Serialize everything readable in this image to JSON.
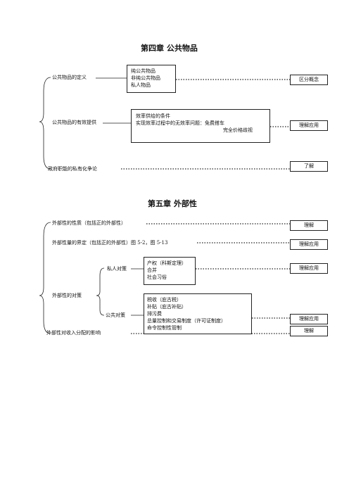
{
  "chapter4": {
    "title": "第四章  公共物品",
    "branches": [
      {
        "label": "公共物品的定义",
        "items": [
          "纯公共物品",
          "非纯公共物品",
          "私人物品"
        ],
        "tag": "区分概念"
      },
      {
        "label": "公共物品的有效提供",
        "items": [
          "效率供给的条件",
          "实现效率过程中的无效率问题：免费搭车",
          "完全价格歧视"
        ],
        "tag": "理解应用"
      },
      {
        "label": "政府职能的私有化争论",
        "tag": "了解"
      }
    ]
  },
  "chapter5": {
    "title": "第五章  外部性",
    "branches": [
      {
        "label": "外部性的性质（包括正的外部性）",
        "tag": "理解"
      },
      {
        "label": "外部性量的界定（包括正的外部性）图 5-2，图 5-13",
        "tag": "理解应用"
      },
      {
        "label": "外部性的对策",
        "private": {
          "label": "私人对策",
          "items": [
            "产权（科斯定理）",
            "合并",
            "社会习俗"
          ],
          "tag": "理解应用"
        },
        "public": {
          "label": "公共对策",
          "items": [
            "税收（庇古税）",
            "补贴（庇古补贴）",
            "排污费",
            "总量控制和交易制度（许可证制度）",
            "命令控制性管制"
          ],
          "tag": "理解应用"
        }
      },
      {
        "label": "外部性对收入分配的影响",
        "tag": "理解"
      }
    ]
  }
}
